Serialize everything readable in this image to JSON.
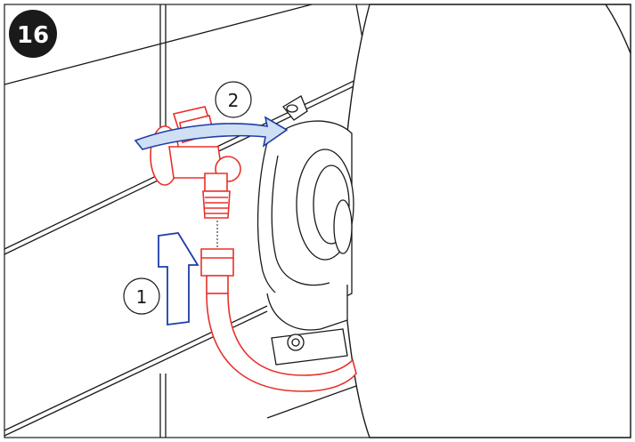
{
  "step_badge": {
    "label": "16"
  },
  "callouts": [
    {
      "id": "1",
      "label": "1"
    },
    {
      "id": "2",
      "label": "2"
    }
  ],
  "colors": {
    "line": "#1a1a1a",
    "hose": "#e8312a",
    "arrow_fill": "#ffffff",
    "arrow_stroke": "#1e3ca8",
    "curved_arrow_fill": "#cfe0f5",
    "badge": "#1a1a1a"
  },
  "icons": {
    "badge": "step-number-badge",
    "callout": "numbered-callout-circle",
    "arrow_up": "up-arrow-icon",
    "arrow_rotate": "rotate-arrow-icon"
  }
}
